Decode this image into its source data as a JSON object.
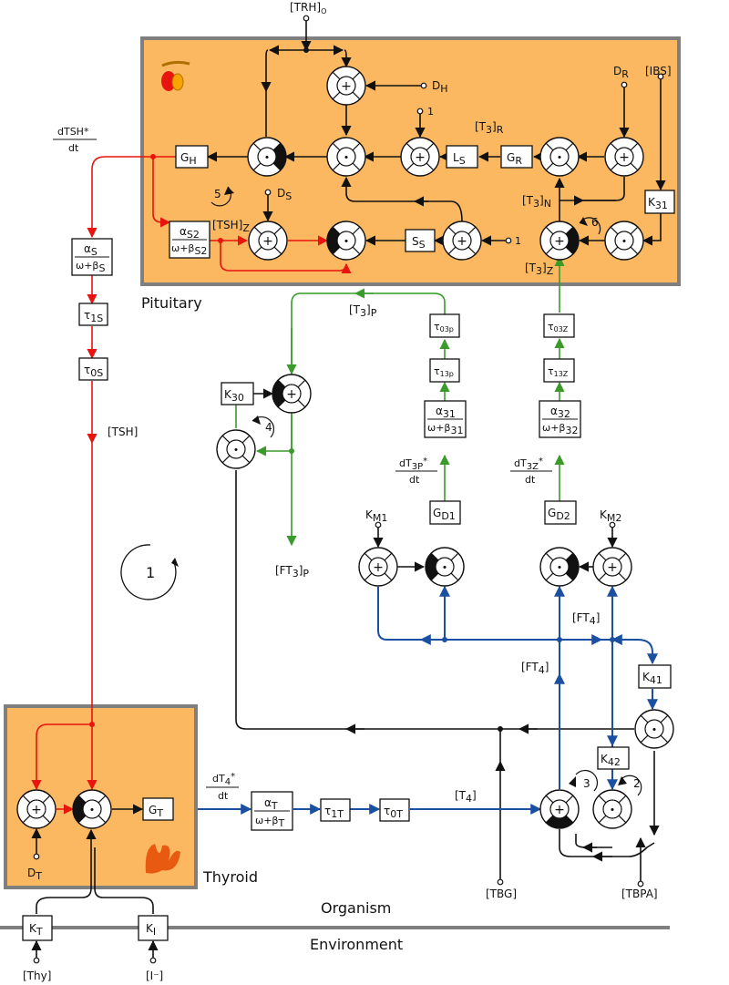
{
  "labels": {
    "trh": "[TRH]",
    "trh_sub": "O",
    "pituitary": "Pituitary",
    "thyroid": "Thyroid",
    "organism": "Organism",
    "environment": "Environment",
    "dh": "D",
    "dh_sub": "H",
    "dr": "D",
    "dr_sub": "R",
    "ibs": "[IBS]",
    "one_a": "1",
    "one_b": "1",
    "t3r": "[T",
    "t3r_tail": "]",
    "t3r_sub": "R",
    "t3n": "[T",
    "t3n_sub": "N",
    "t3z": "[T",
    "t3z_sub": "Z",
    "ds": "D",
    "ds_sub": "S",
    "tshz": "[TSH]",
    "tshz_sub": "Z",
    "dtsh": "dTSH*",
    "dt": "dt",
    "tsh": "[TSH]",
    "t3p": "[T",
    "t3p_sub": "P",
    "ft3p": "[FT",
    "ft3p_sub": "P",
    "dt3p": "dT",
    "dt3p_sub": "3P",
    "dt3z": "dT",
    "dt3z_sub": "3Z",
    "km1": "K",
    "km1_sub": "M1",
    "km2": "K",
    "km2_sub": "M2",
    "ft4a": "[FT",
    "ft4b": "[FT",
    "four": "4",
    "dt4": "dT",
    "dt4_sub": "4",
    "t4": "[T",
    "t4_sub": "4",
    "tbg": "[TBG]",
    "tbpa": "[TBPA]",
    "thy": "[Thy]",
    "iod": "[I⁻]",
    "dt_sub": "T",
    "three": "3",
    "bracket_close": "]",
    "star": "*"
  },
  "blocks": {
    "gh": "G",
    "gh_sub": "H",
    "ls": "L",
    "ls_sub": "S",
    "gr": "G",
    "gr_sub": "R",
    "k31": "K",
    "k31_sub": "31",
    "ss": "S",
    "ss_sub": "S",
    "as2_top": "α",
    "as2_top_sub": "S2",
    "as2_bot": "ω+β",
    "as2_bot_sub": "S2",
    "as_top": "α",
    "as_top_sub": "S",
    "as_bot": "ω+β",
    "as_bot_sub": "S",
    "t1s": "τ",
    "t1s_sub": "1S",
    "t0s": "τ",
    "t0s_sub": "0S",
    "k30": "K",
    "k30_sub": "30",
    "t03p": "τ",
    "t03p_sub": "03p",
    "t13p": "τ",
    "t13p_sub": "13p",
    "a31_top": "α",
    "a31_top_sub": "31",
    "a31_bot": "ω+β",
    "a31_bot_sub": "31",
    "gd1": "G",
    "gd1_sub": "D1",
    "t03z": "τ",
    "t03z_sub": "03Z",
    "t13z": "τ",
    "t13z_sub": "13Z",
    "a32_top": "α",
    "a32_top_sub": "32",
    "a32_bot": "ω+β",
    "a32_bot_sub": "32",
    "gd2": "G",
    "gd2_sub": "D2",
    "k41": "K",
    "k41_sub": "41",
    "k42": "K",
    "k42_sub": "42",
    "gt": "G",
    "gt_sub": "T",
    "at_top": "α",
    "at_top_sub": "T",
    "at_bot": "ω+β",
    "at_bot_sub": "T",
    "t1t": "τ",
    "t1t_sub": "1T",
    "t0t": "τ",
    "t0t_sub": "0T",
    "kt": "K",
    "kt_sub": "T",
    "ki": "K",
    "ki_sub": "I"
  },
  "loops": {
    "l1": "1",
    "l2": "2",
    "l3": "3",
    "l4": "4",
    "l5": "5",
    "l6": "6"
  },
  "symbols": {
    "plus": "+",
    "dot": "•"
  },
  "colors": {
    "panel": "#fbb860",
    "panel_border": "#7f7f7f",
    "tsh_path": "#e8140f",
    "t3_path": "#3a9a2a",
    "t4_path": "#1b4fa0"
  }
}
